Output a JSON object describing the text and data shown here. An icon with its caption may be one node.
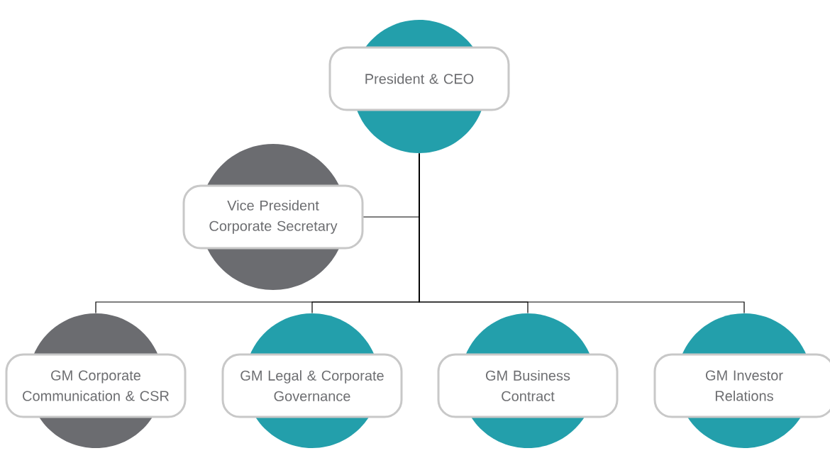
{
  "diagram": {
    "nodes": [
      {
        "text": [
          "President & CEO"
        ]
      },
      {
        "text": [
          "Vice President Corporate Secretary"
        ]
      },
      {
        "text": [
          "GM Corporate Communication & CSR"
        ]
      },
      {
        "text": [
          "GM Legal & Corporate Governance"
        ]
      },
      {
        "text": [
          "GM Business Contract"
        ]
      },
      {
        "text": [
          "GM Investor Relations"
        ]
      }
    ],
    "edges": [
      {
        "from": 0,
        "to": 1,
        "arrow": "none"
      },
      {
        "from": 0,
        "to": 2,
        "arrow": "none"
      },
      {
        "from": 0,
        "to": 3,
        "arrow": "none"
      },
      {
        "from": 0,
        "to": 4,
        "arrow": "none"
      },
      {
        "from": 0,
        "to": 5,
        "arrow": "none"
      }
    ]
  }
}
